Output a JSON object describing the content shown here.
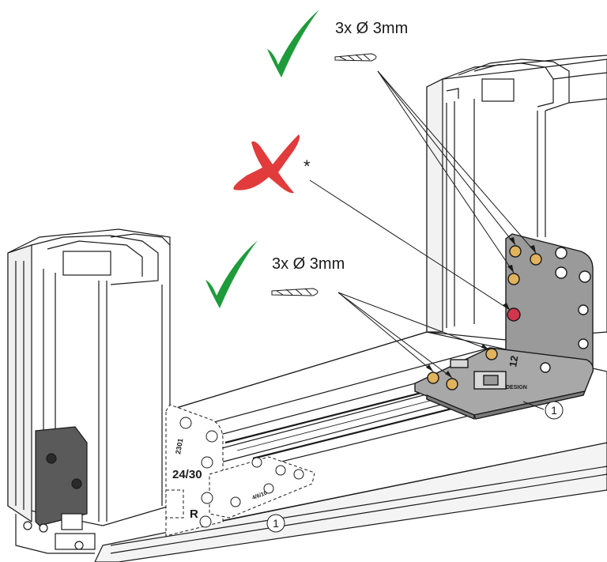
{
  "callouts": {
    "top_drill_label": "3x Ø  3mm",
    "middle_drill_label": "3x Ø  3mm",
    "asterisk": "*",
    "ref_right": "1",
    "ref_left": "1"
  },
  "bracket_right": {
    "code_a": "12",
    "code_b": "DESIGN"
  },
  "bracket_left": {
    "size": "24/30",
    "side": "R",
    "code_a": "2301",
    "code_b": "4/6/10"
  },
  "colors": {
    "check": "#1e9b3a",
    "cross": "#e23b3b",
    "hole_ok": "#e0b35c",
    "hole_bad": "#d2354d",
    "bracket_fill": "#9a9a9a",
    "line": "#1a1a1a"
  },
  "icons": [
    "check-icon",
    "cross-icon",
    "drill-bit-icon"
  ]
}
